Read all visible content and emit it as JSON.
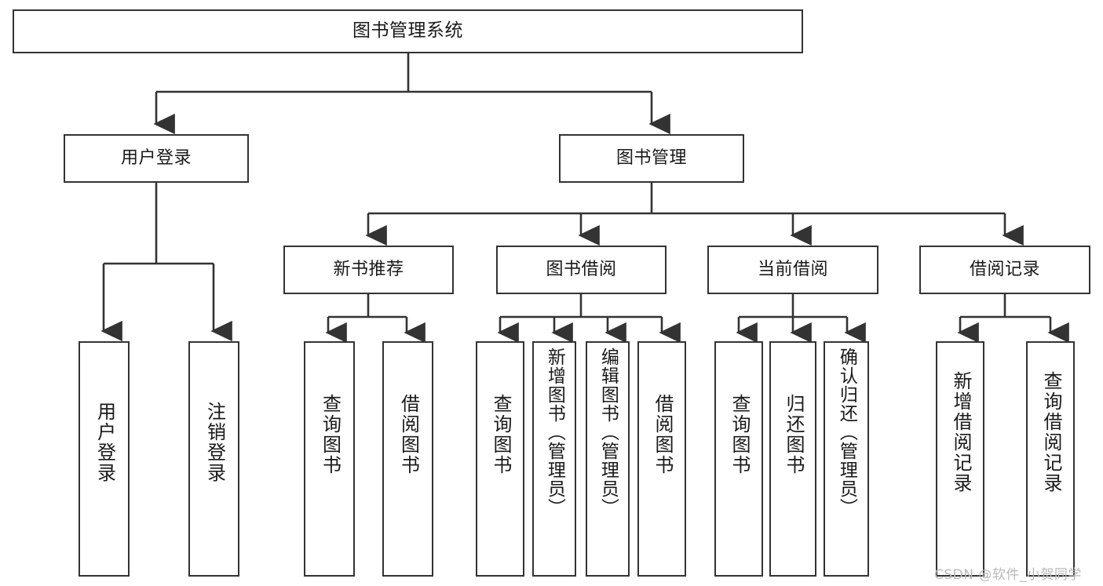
{
  "diagram": {
    "title": "图书管理系统",
    "type": "hierarchy-tree",
    "background_color": "#ffffff",
    "border_color": "#333333",
    "text_color": "#1a1a1a",
    "levels": 4
  },
  "root": {
    "label": "图书管理系统"
  },
  "level1": [
    {
      "label": "用户登录"
    },
    {
      "label": "图书管理"
    }
  ],
  "level2": [
    {
      "label": "新书推荐"
    },
    {
      "label": "图书借阅"
    },
    {
      "label": "当前借阅"
    },
    {
      "label": "借阅记录"
    }
  ],
  "leaves": {
    "user_login": [
      {
        "label": "用户登录"
      },
      {
        "label": "注销登录"
      }
    ],
    "new_book_recommend": [
      {
        "label": "查询图书"
      },
      {
        "label": "借阅图书"
      }
    ],
    "book_borrow": [
      {
        "label": "查询图书"
      },
      {
        "label": "新增图书（管理员）"
      },
      {
        "label": "编辑图书（管理员）"
      },
      {
        "label": "借阅图书"
      }
    ],
    "current_borrow": [
      {
        "label": "查询图书"
      },
      {
        "label": "归还图书"
      },
      {
        "label": "确认归还（管理员）"
      }
    ],
    "borrow_records": [
      {
        "label": "新增借阅记录"
      },
      {
        "label": "查询借阅记录"
      }
    ]
  },
  "watermark": {
    "text": "CSDN @软件_小贺同学"
  }
}
